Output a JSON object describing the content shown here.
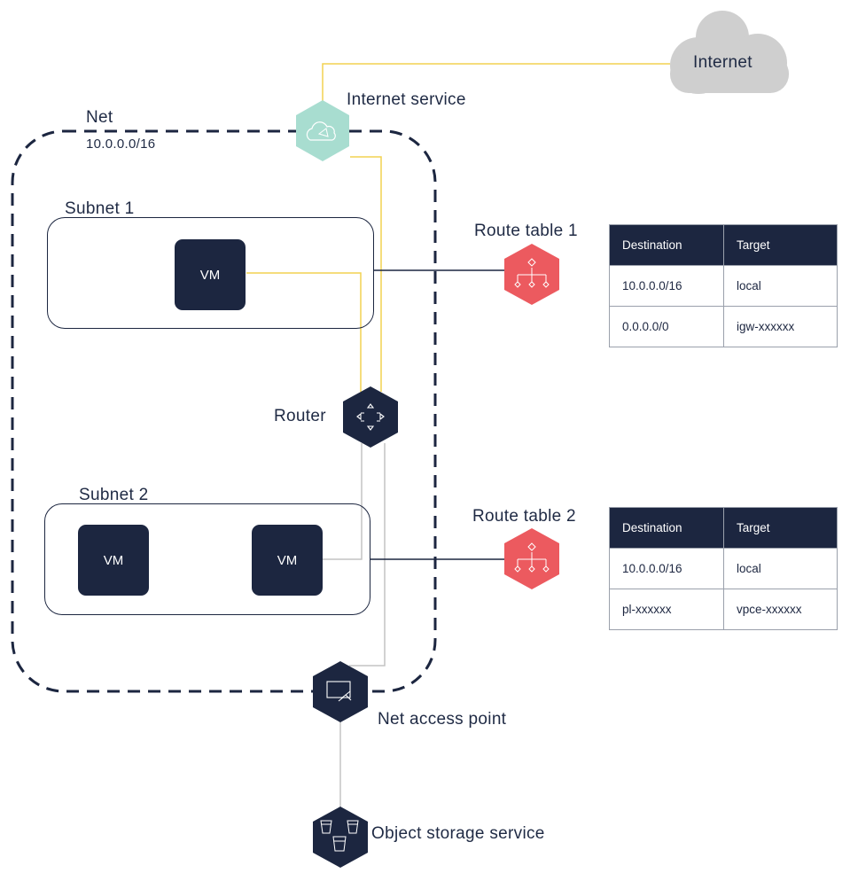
{
  "internet": {
    "label": "Internet"
  },
  "internet_service": {
    "label": "Internet service"
  },
  "net": {
    "label": "Net",
    "cidr": "10.0.0.0/16"
  },
  "subnet1": {
    "label": "Subnet 1",
    "vm": "VM"
  },
  "subnet2": {
    "label": "Subnet 2",
    "vm1": "VM",
    "vm2": "VM"
  },
  "router": {
    "label": "Router"
  },
  "net_access_point": {
    "label": "Net access point"
  },
  "object_storage": {
    "label": "Object storage service"
  },
  "route_table_1": {
    "title": "Route table 1",
    "headers": [
      "Destination",
      "Target"
    ],
    "rows": [
      [
        "10.0.0.0/16",
        "local"
      ],
      [
        "0.0.0.0/0",
        "igw-xxxxxx"
      ]
    ]
  },
  "route_table_2": {
    "title": "Route table 2",
    "headers": [
      "Destination",
      "Target"
    ],
    "rows": [
      [
        "10.0.0.0/16",
        "local"
      ],
      [
        "pl-xxxxxx",
        "vpce-xxxxxx"
      ]
    ]
  },
  "colors": {
    "navy": "#1c2640",
    "internet_service": "#a8ddd0",
    "route_table": "#ec5a5f",
    "cloud": "#cfcfcf",
    "link_yellow": "#f2d250",
    "link_gray": "#c4c4c4"
  }
}
